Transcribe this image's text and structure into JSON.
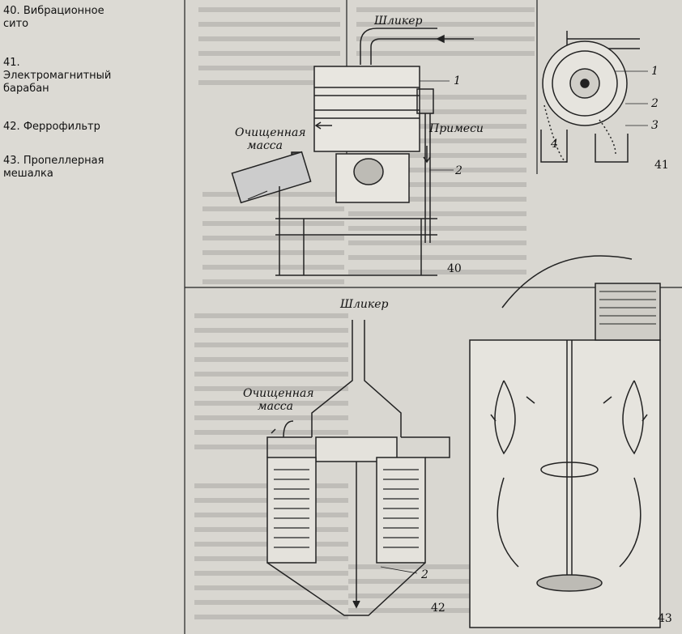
{
  "captions": [
    {
      "number": "40.",
      "text": "Вибрационное\nсито"
    },
    {
      "number": "41.",
      "text": "Электромагнитный\nбарабан"
    },
    {
      "number": "42.",
      "text": "Феррофильтр"
    },
    {
      "number": "43.",
      "text": "Пропеллерная\nмешалка"
    }
  ],
  "fig40": {
    "slip": "Шликер",
    "impurities": "Примеси",
    "cleaned_1": "Очищенная",
    "cleaned_2": "масса",
    "callout_1": "1",
    "callout_2": "2",
    "number": "40"
  },
  "fig41": {
    "callout_1": "1",
    "callout_2": "2",
    "callout_3": "3",
    "callout_4": "4",
    "number": "41"
  },
  "fig42": {
    "slip": "Шликер",
    "cleaned_1": "Очищенная",
    "cleaned_2": "масса",
    "callout_2": "2",
    "number": "42"
  },
  "fig43": {
    "number": "43"
  }
}
